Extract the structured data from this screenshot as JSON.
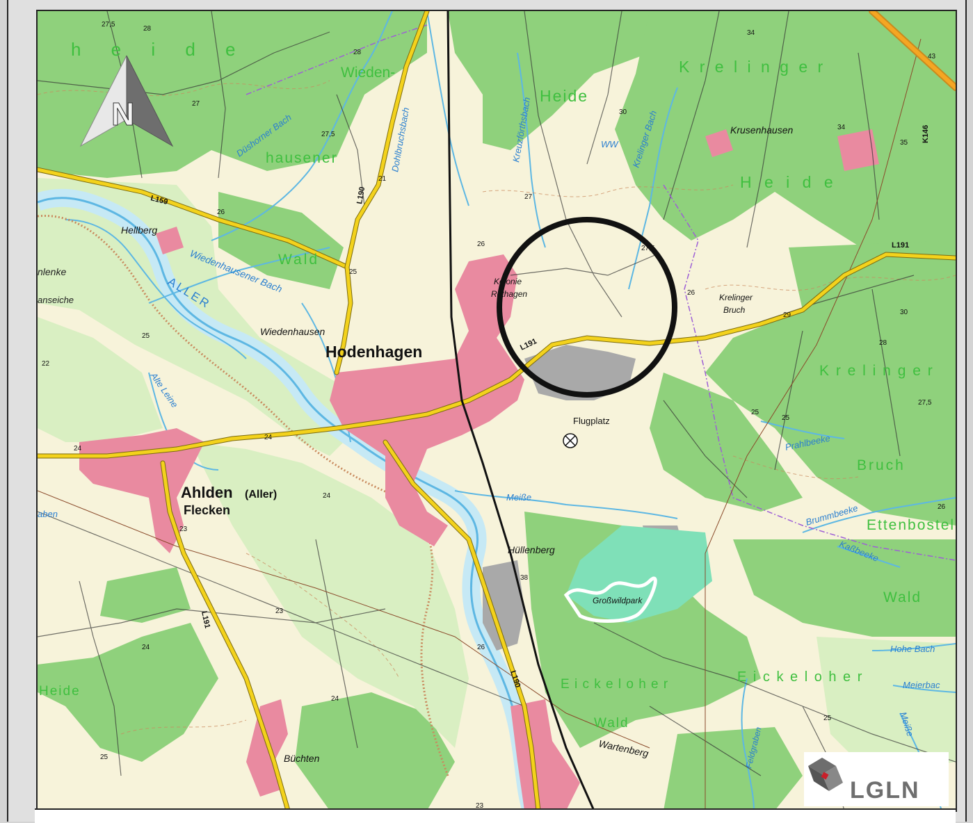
{
  "map": {
    "north_arrow_label": "N",
    "logo_text": "LGLN",
    "colors": {
      "forest": "#8fd17c",
      "open_land": "#f7f3da",
      "meadow": "#d9efc2",
      "settlement": "#e98aa0",
      "industrial": "#a9a9a9",
      "water": "#5db7e3",
      "river_fill": "#c6e9f5",
      "main_road": "#f3d21c",
      "railway": "#111111",
      "contour": "#c98a5e",
      "forest_label": "#3fbf3f",
      "water_label": "#2a7fd0",
      "highlight_circle": "#111111"
    },
    "places": {
      "hodenhagen": "Hodenhagen",
      "ahlden": "Ahlden",
      "ahlden_suffix": "(Aller)",
      "flecken": "Flecken",
      "wiedenhausen": "Wiedenhausen",
      "hellberg": "Hellberg",
      "krusenhausen": "Krusenhausen",
      "kolonie": "Kolonie",
      "rethagen": "Rethagen",
      "krelinger_bruch_1": "Krelinger",
      "krelinger_bruch_2": "Bruch",
      "flugplatz": "Flugplatz",
      "huellenberg": "Hüllenberg",
      "grosswildpark": "Großwildpark",
      "buechten": "Büchten",
      "wartenberg": "Wartenberg",
      "ww": "WW"
    },
    "areas": {
      "heide_top": "h e i d e",
      "wieden": "Wieden-",
      "hausener": "hausener",
      "wald_left": "Wald",
      "heide_center": "Heide",
      "krelinger_top": "K r e l i n g e r",
      "heide_right": "H e i d e",
      "krelinger_mid": "K r e l i n g e r",
      "bruch": "Bruch",
      "ettenbosteler": "Ettenbosteler",
      "wald_right": "Wald",
      "eickeloher_center": "E i c k e l o h e r",
      "wald_center": "Wald",
      "eickeloher_right": "E i c k e l o h e r",
      "heide_left": "Heide",
      "nlenke": "nlenke"
    },
    "waters": {
      "aller": "ALLER",
      "wiedenhausener_bach": "Wiedenhausener Bach",
      "dueshorner_bach": "Düshorner Bach",
      "dohlbruchsbach": "Dohlbruchsbach",
      "kreuzfoerthsbach": "Kreuzförthsbach",
      "krelinger_bach": "Krelinger Bach",
      "alte_leine": "Alte Leine",
      "meisse": "Meiße",
      "prahlbeeke": "Prahlbeeke",
      "brummbeeke": "Brummbeeke",
      "kassbeeke": "Kaßbeeke",
      "hohe_bach": "Hohe Bach",
      "meierbach": "Meierbac",
      "meisse_right": "Meiße",
      "feldgraben": "Feldgraben",
      "anseiche": "anseiche",
      "graben": "aben"
    },
    "roads": {
      "l159": "L159",
      "l190_north": "L190",
      "l190_south": "L190",
      "l191_center": "L191",
      "l191_east": "L191",
      "l191_south": "L191",
      "k146": "K146"
    },
    "elevations": [
      "27,5",
      "28",
      "28",
      "27",
      "27,5",
      "21",
      "26",
      "25",
      "27",
      "26",
      "27,5",
      "34",
      "34",
      "43",
      "35",
      "25",
      "29",
      "28",
      "30",
      "27,5",
      "25",
      "26",
      "24",
      "24",
      "23",
      "24",
      "23",
      "24",
      "24",
      "25",
      "26",
      "26",
      "25",
      "25",
      "23",
      "38",
      "22",
      "30"
    ]
  }
}
